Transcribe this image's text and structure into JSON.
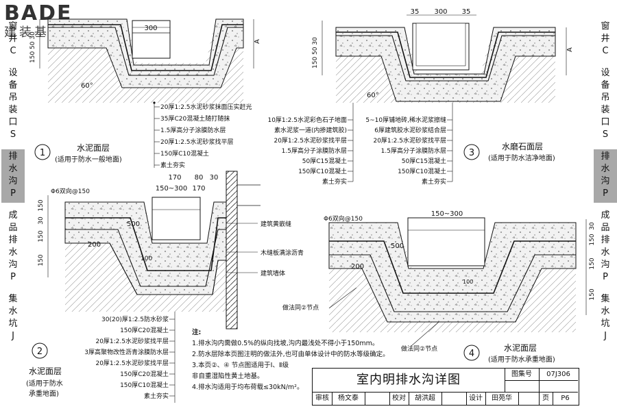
{
  "logo": {
    "brand": "BADE",
    "subtitle": "建装基地"
  },
  "side_nav_left": [
    {
      "label": "窗\n井\nC",
      "active": false
    },
    {
      "label": "设\n备\n吊\n装\n口\nS",
      "active": false
    },
    {
      "label": "排\n水\n沟\nP",
      "active": true
    },
    {
      "label": "成\n品\n排\n水\n沟\nP",
      "active": false
    },
    {
      "label": "集\n水\n坑\nJ",
      "active": false
    }
  ],
  "side_nav_right": [
    {
      "label": "窗\n井\nC",
      "active": false
    },
    {
      "label": "设\n备\n吊\n装\n口\nS",
      "active": false
    },
    {
      "label": "排\n水\n沟\nP",
      "active": true
    },
    {
      "label": "成\n品\n排\n水\n沟\nP",
      "active": false
    },
    {
      "label": "集\n水\n坑\nJ",
      "active": false
    }
  ],
  "detail1": {
    "num": "1",
    "title": "水泥面层",
    "subtitle": "(适用于防水一般地面)",
    "dims": {
      "width": "300",
      "left": "150 50 30",
      "depth": "A",
      "angle": "60°"
    },
    "layers": [
      "20厚1:2.5水泥砂浆抹面压实赶光",
      "35厚C20混凝土随打随抹",
      "1.5厚高分子涂膜防水层",
      "20厚1:2.5水泥砂浆找平层",
      "150厚C10混凝土",
      "素土夯实"
    ]
  },
  "detail3": {
    "num": "3",
    "title": "水磨石面层",
    "subtitle": "(适用于防水洁净地面)",
    "dims": {
      "width": "300",
      "side1": "35",
      "side2": "35",
      "left": "150 50 30",
      "depth": "A",
      "angle": "60°"
    },
    "layers_left": [
      "10厚1:2.5水泥彩色石子地面",
      "素水泥浆一道(内掺建筑胶)",
      "20厚1:2.5水泥砂浆找平层",
      "1.5厚高分子涂膜防水层",
      "50厚C15混凝土",
      "150厚C10混凝土",
      "素土夯实"
    ],
    "layers_right": [
      "5~10厚铺地砖,稀水泥浆擦缝",
      "6厚建筑胶水泥砂浆结合层",
      "20厚1:2.5水泥砂浆找平层",
      "1.5厚高分子涂膜防水层",
      "50厚C15混凝土",
      "150厚C10混凝土",
      "素土夯实"
    ]
  },
  "detail2": {
    "num": "2",
    "title": "水泥面层",
    "subtitle1": "(适用于防水",
    "subtitle2": "承重地面)",
    "rebar": "Φ6双向@150",
    "dims": {
      "top1": "170",
      "top2": "80",
      "top3": "30",
      "width": "150~300",
      "w170": "170",
      "d500": "500",
      "d200": "200",
      "d100": "100",
      "left": [
        "150",
        "30",
        "150",
        "150"
      ]
    },
    "wall_labels": [
      "建筑黄嵌缝",
      "木缝板满涂沥青",
      "建筑墙体"
    ],
    "layers": [
      "30(20)厚1:2.5防水砂浆",
      "150厚C20混凝土",
      "20厚1:2.5水泥砂浆找平层",
      "3厚高聚物改性沥青涂膜防水层",
      "20厚1:2.5水泥砂浆找平层",
      "150厚C20混凝土",
      "150厚C10混凝土",
      "素土夯实"
    ]
  },
  "detail4": {
    "num": "4",
    "title": "水泥面层",
    "subtitle": "(适用于防水承重地面)",
    "rebar": "Φ6双向@150",
    "dims": {
      "width": "150~300",
      "d500": "500",
      "d200": "200",
      "d100": "100",
      "right": [
        "30",
        "150",
        "150",
        "150"
      ]
    },
    "ref_left": "做法同②节点",
    "ref_right": "做法同②节点"
  },
  "notes": {
    "title": "注:",
    "items": [
      "1.排水沟内需做0.5%的纵向找坡,沟内最浅处不得小于150mm。",
      "2.防水层除本页图注明的做法外,也可由单体设计中的防水等级确定。",
      "3.本页②、④ 节点图适用于Ⅰ、Ⅱ级",
      "   非自重湿陷性黄土地基。",
      "4.排水沟适用于均布荷载≤30kN/m²。"
    ]
  },
  "title_block": {
    "title": "室内明排水沟详图",
    "atlas_label": "图集号",
    "atlas_value": "07J306",
    "review": "审核",
    "reviewer": "杨文泰",
    "check": "校对",
    "checker": "胡洪超",
    "design": "设计",
    "designer": "田苑华",
    "page_label": "页",
    "page_value": "P6"
  }
}
